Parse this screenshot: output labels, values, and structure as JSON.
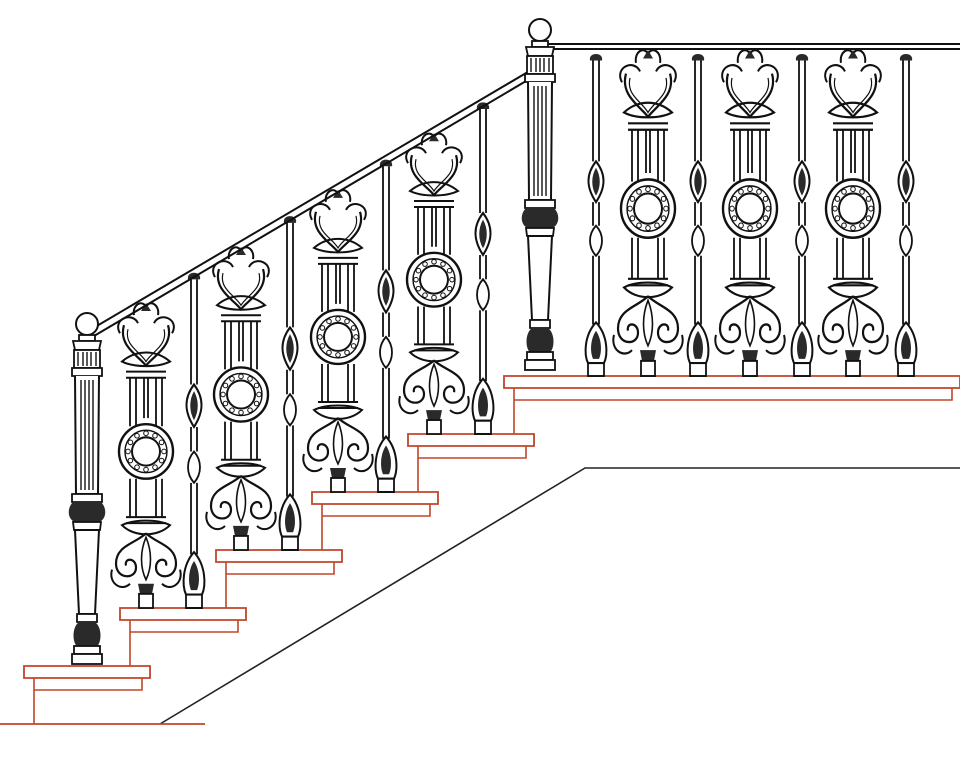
{
  "drawing": {
    "subject": "",
    "colors": {
      "background": "#ffffff",
      "ironwork": "#111111",
      "ironwork_fill": "#2a2a2a",
      "steps": "#c0462a",
      "stringer": "#222222"
    },
    "elements": {
      "handrail": "handrail",
      "newel_posts": 2,
      "stair_steps": 6,
      "landing": 1,
      "ornamental_balusters_stair": 4,
      "ornamental_balusters_landing": 3,
      "plain_spindles_stair": 4,
      "plain_spindles_landing": 4
    }
  }
}
